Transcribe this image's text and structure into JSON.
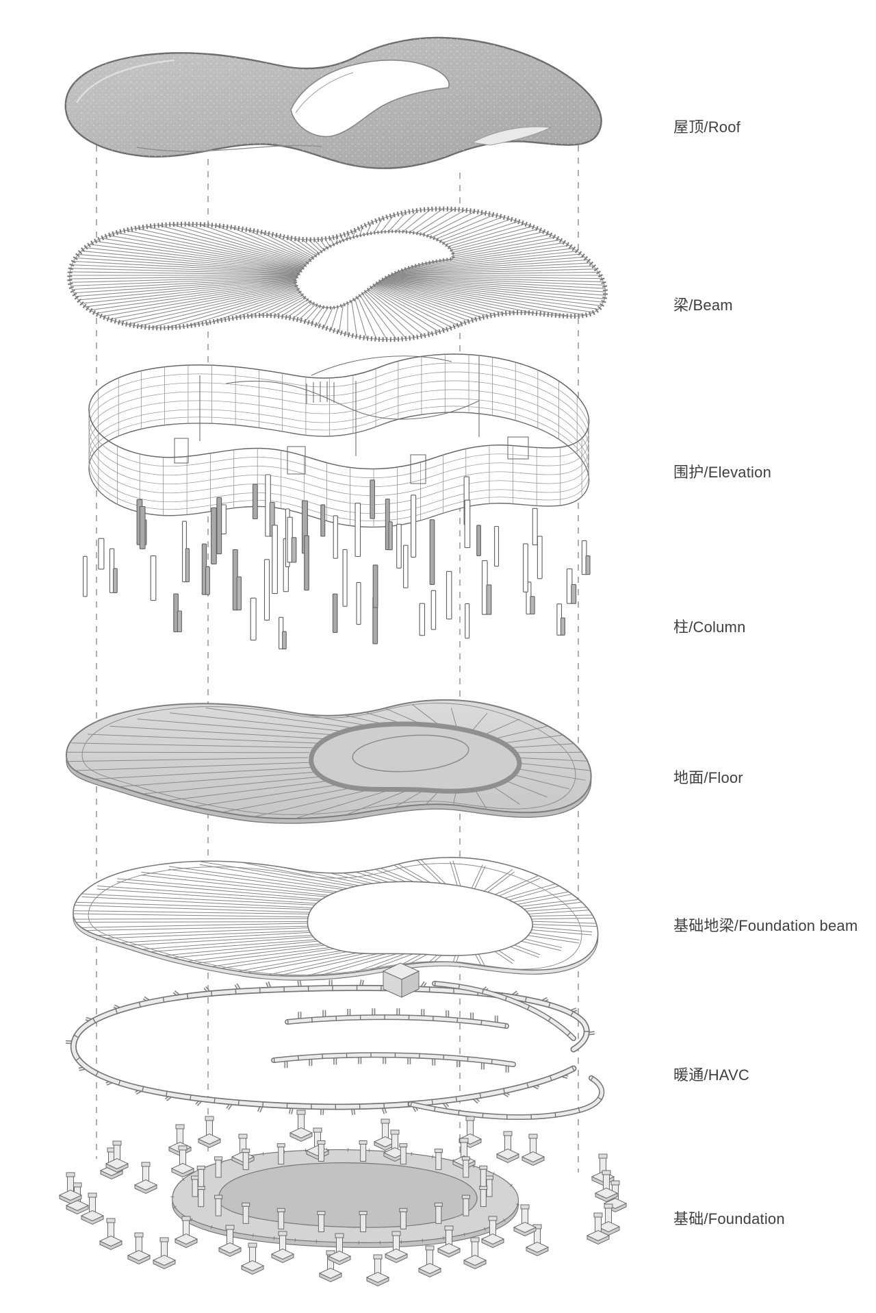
{
  "diagram": {
    "kind": "exploded-axonometric-building-diagram",
    "layers": [
      {
        "id": "roof",
        "label": "屋顶/Roof"
      },
      {
        "id": "beam",
        "label": "梁/Beam"
      },
      {
        "id": "elevation",
        "label": "围护/Elevation"
      },
      {
        "id": "column",
        "label": "柱/Column"
      },
      {
        "id": "floor",
        "label": "地面/Floor"
      },
      {
        "id": "foundation_beam",
        "label": "基础地梁/Foundation beam"
      },
      {
        "id": "hvac",
        "label": "暖通/HAVC"
      },
      {
        "id": "foundation",
        "label": "基础/Foundation"
      }
    ],
    "colors": {
      "background": "#ffffff",
      "label_text": "#3f3f3f",
      "line_dark": "#6d6d6d",
      "line_mid": "#8a8a8a",
      "dashed_guide": "#9b9b9b",
      "fill_roof": "#b4b4b4",
      "fill_floor": "#d2d2d2",
      "fill_light": "#ececec"
    }
  }
}
